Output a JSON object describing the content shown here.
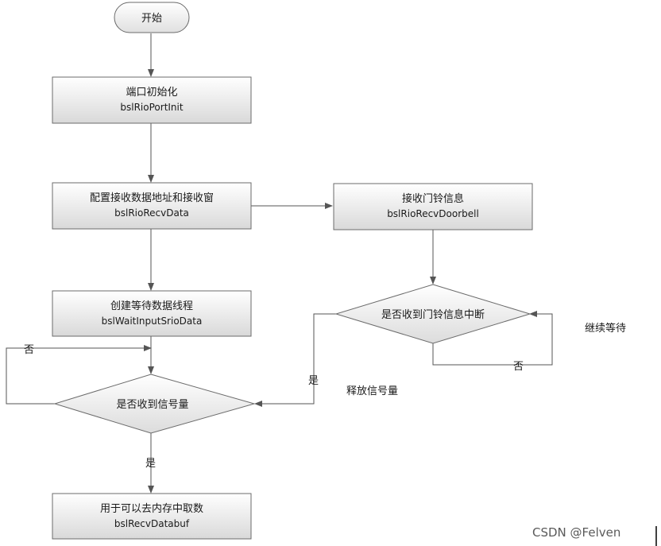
{
  "start": "开始",
  "nodes": {
    "port_init": {
      "title": "端口初始化",
      "func": "bslRioPortInit"
    },
    "recv_data": {
      "title": "配置接收数据地址和接收窗",
      "func": "bslRioRecvData"
    },
    "recv_doorbell": {
      "title": "接收门铃信息",
      "func": "bslRioRecvDoorbell"
    },
    "create_thread": {
      "title": "创建等待数据线程",
      "func": "bslWaitInputSrioData"
    },
    "use_buf": {
      "title": "用于可以去内存中取数",
      "func": "bslRecvDatabuf"
    }
  },
  "decisions": {
    "doorbell_irq": "是否收到门铃信息中断",
    "semaphore": "是否收到信号量"
  },
  "edge_labels": {
    "no_left": "否",
    "no_right": "否",
    "yes_right": "是",
    "yes_bottom": "是"
  },
  "annotations": {
    "continue_wait": "继续等待",
    "release_semaphore": "释放信号量"
  },
  "watermark": "CSDN @Felven"
}
